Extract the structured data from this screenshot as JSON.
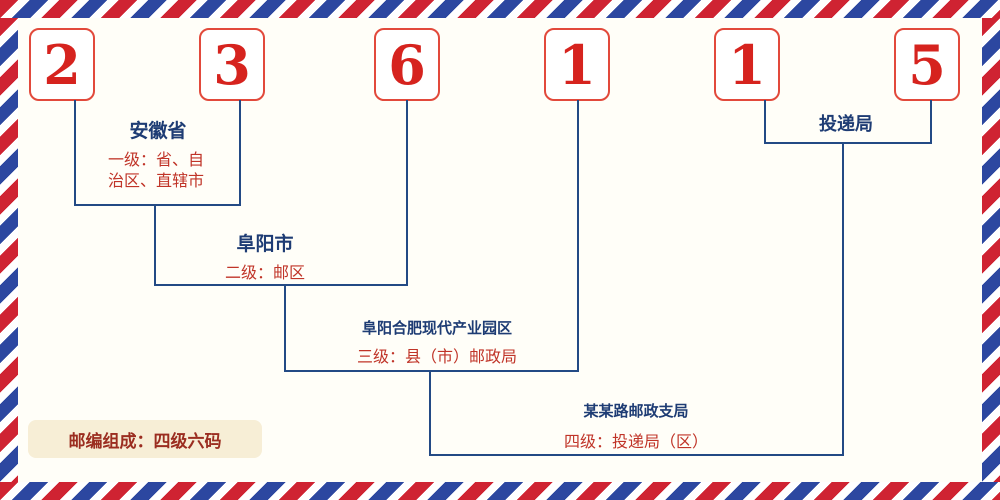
{
  "digits": [
    "2",
    "3",
    "6",
    "1",
    "1",
    "5"
  ],
  "labels": {
    "province": {
      "name": "安徽省",
      "level_lines": [
        "一级：省、自",
        "治区、直辖市"
      ]
    },
    "city": {
      "name": "阜阳市",
      "level": "二级：邮区"
    },
    "county": {
      "name": "阜阳合肥现代产业园区",
      "level": "三级：县（市）邮政局"
    },
    "branch": {
      "name": "某某路邮政支局",
      "level": "四级：投递局（区）"
    },
    "delivery": {
      "name": "投递局"
    }
  },
  "footer": {
    "composition": "邮编组成：四级六码"
  },
  "colors": {
    "bg": "#fffef8",
    "stripe_red": "#cf2332",
    "stripe_blue": "#2c47a0",
    "digit_red": "#d6231e",
    "digit_border": "#e2493b",
    "line_navy": "#234a85",
    "label_navy": "#1e3c74",
    "level_red": "#c03428",
    "badge_bg": "#f7eed6",
    "badge_text": "#9b2d20"
  }
}
